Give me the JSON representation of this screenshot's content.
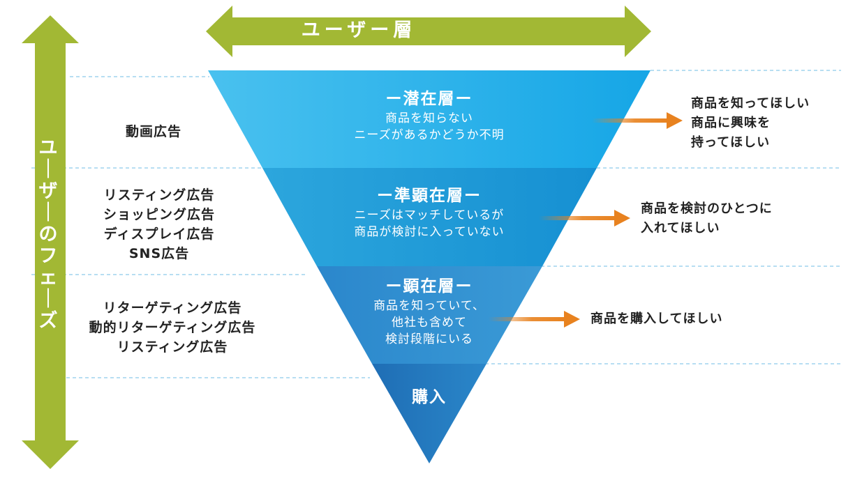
{
  "horizontal_axis_label": "ユーザー層",
  "vertical_axis_label": "ユーザーのフェーズ",
  "colors": {
    "axis_arrow": "#a2b834",
    "right_arrow": "#e8821f",
    "layer1": "#2fb2ea",
    "layer2": "#1a9bd8",
    "layer3": "#1f83c9",
    "layer4": "#1a6fb8",
    "divider": "#9fd4ee"
  },
  "layers": [
    {
      "title": "ー潜在層ー",
      "description": [
        "商品を知らない",
        "ニーズがあるかどうか不明"
      ],
      "left_ads": [
        "動画広告"
      ],
      "right_goal": [
        "商品を知ってほしい",
        "商品に興味を",
        "持ってほしい"
      ]
    },
    {
      "title": "ー準顕在層ー",
      "description": [
        "ニーズはマッチしているが",
        "商品が検討に入っていない"
      ],
      "left_ads": [
        "リスティング広告",
        "ショッピング広告",
        "ディスプレイ広告",
        "SNS広告"
      ],
      "right_goal": [
        "商品を検討のひとつに",
        "入れてほしい"
      ]
    },
    {
      "title": "ー顕在層ー",
      "description": [
        "商品を知っていて、",
        "他社も含めて",
        "検討段階にいる"
      ],
      "left_ads": [
        "リターゲティング広告",
        "動的リターゲティング広告",
        "リスティング広告"
      ],
      "right_goal": [
        "商品を購入してほしい"
      ]
    },
    {
      "title": "購入",
      "description": [],
      "left_ads": [],
      "right_goal": []
    }
  ]
}
